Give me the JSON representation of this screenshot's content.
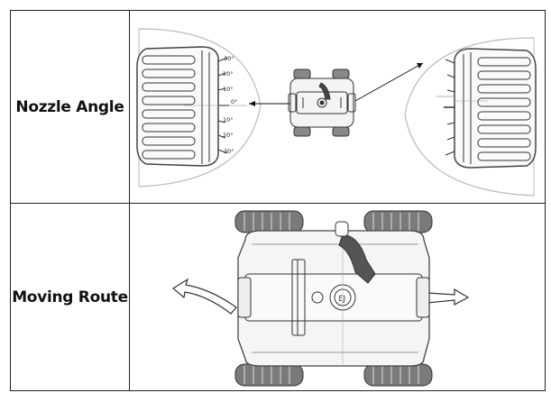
{
  "rows": [
    {
      "label": "Nozzle  Angle"
    },
    {
      "label": "Moving Route"
    }
  ],
  "nozzle_figure": {
    "angle_marks": [
      "30°",
      "20°",
      "10°",
      "0°",
      "10°",
      "20°",
      "30°"
    ]
  }
}
